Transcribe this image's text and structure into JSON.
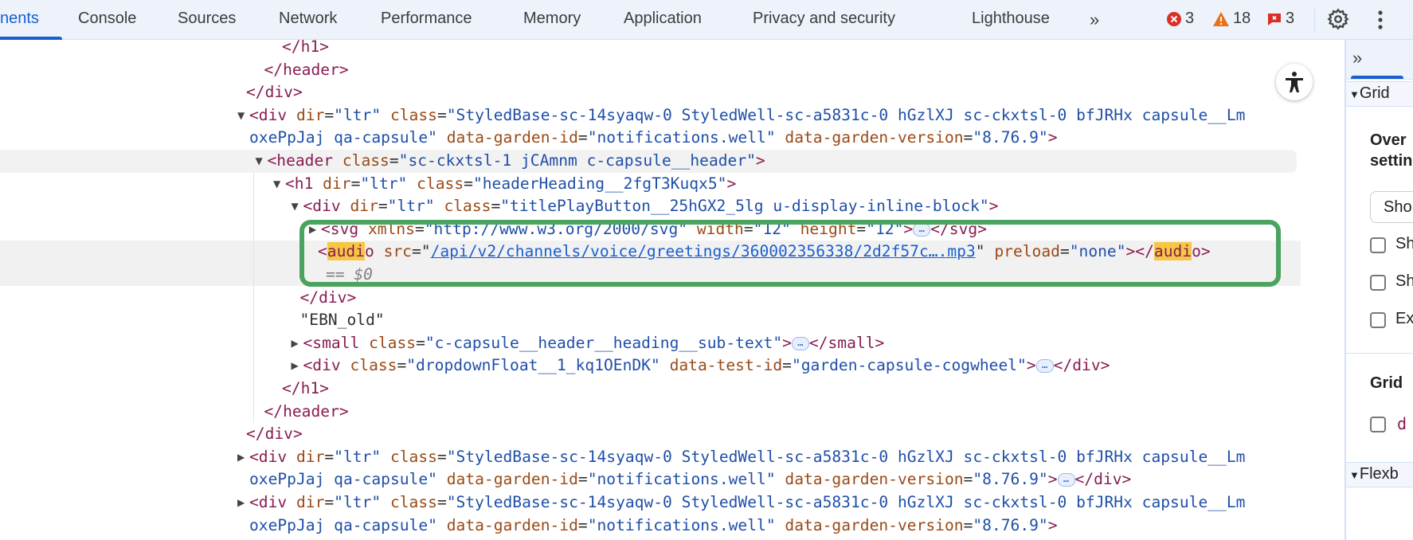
{
  "tabs": [
    {
      "label": "nents",
      "active": true
    },
    {
      "label": "Console"
    },
    {
      "label": "Sources"
    },
    {
      "label": "Network"
    },
    {
      "label": "Performance"
    },
    {
      "label": "Memory"
    },
    {
      "label": "Application"
    },
    {
      "label": "Privacy and security"
    },
    {
      "label": "Lighthouse"
    }
  ],
  "toolbar": {
    "more_tabs": "»",
    "errors": "3",
    "warnings": "18",
    "issues": "3"
  },
  "colors": {
    "error": "#d93025",
    "warning": "#e8711a",
    "issue": "#d93025",
    "accent": "#1a5fd0",
    "highlight_box": "#4aa35f"
  },
  "dom_rows": [
    {
      "level": 2,
      "tokens": [
        [
          "tag",
          "</h1>"
        ]
      ]
    },
    {
      "level": 1,
      "tokens": [
        [
          "tag",
          "</header>"
        ]
      ]
    },
    {
      "level": 0,
      "tokens": [
        [
          "tag",
          "</div>"
        ]
      ]
    },
    {
      "level": 0,
      "arrow": "down",
      "tokens": [
        [
          "tag",
          "<div"
        ],
        [
          "attr",
          " dir"
        ],
        [
          "text",
          "="
        ],
        [
          "val",
          "\"ltr\""
        ],
        [
          "attr",
          " class"
        ],
        [
          "text",
          "="
        ],
        [
          "val",
          "\"StyledBase-sc-14syaqw-0 StyledWell-sc-a5831c-0 hGzlXJ sc-ckxtsl-0 bfJRHx capsule__Lm"
        ]
      ]
    },
    {
      "level": 0,
      "cont": true,
      "tokens": [
        [
          "val",
          "oxePpJaj qa-capsule\""
        ],
        [
          "attr",
          " data-garden-id"
        ],
        [
          "text",
          "="
        ],
        [
          "val",
          "\"notifications.well\""
        ],
        [
          "attr",
          " data-garden-version"
        ],
        [
          "text",
          "="
        ],
        [
          "val",
          "\"8.76.9\""
        ],
        [
          "tag",
          ">"
        ]
      ]
    },
    {
      "level": 1,
      "arrow": "down",
      "tokens": [
        [
          "tag",
          "<header"
        ],
        [
          "attr",
          " class"
        ],
        [
          "text",
          "="
        ],
        [
          "val",
          "\"sc-ckxtsl-1 jCAmnm c-capsule__header\""
        ],
        [
          "tag",
          ">"
        ]
      ]
    },
    {
      "level": 2,
      "arrow": "down",
      "tokens": [
        [
          "tag",
          "<h1"
        ],
        [
          "attr",
          " dir"
        ],
        [
          "text",
          "="
        ],
        [
          "val",
          "\"ltr\""
        ],
        [
          "attr",
          " class"
        ],
        [
          "text",
          "="
        ],
        [
          "val",
          "\"headerHeading__2fgT3Kuqx5\""
        ],
        [
          "tag",
          ">"
        ]
      ]
    },
    {
      "level": 3,
      "arrow": "down",
      "tokens": [
        [
          "tag",
          "<div"
        ],
        [
          "attr",
          " dir"
        ],
        [
          "text",
          "="
        ],
        [
          "val",
          "\"ltr\""
        ],
        [
          "attr",
          " class"
        ],
        [
          "text",
          "="
        ],
        [
          "val",
          "\"titlePlayButton__25hGX2_5lg u-display-inline-block\""
        ],
        [
          "tag",
          ">"
        ]
      ]
    },
    {
      "level": 4,
      "arrow": "right",
      "tokens": [
        [
          "tag",
          "<svg"
        ],
        [
          "attr",
          " xmlns"
        ],
        [
          "text",
          "="
        ],
        [
          "val",
          "\"http://www.w3.org/2000/svg\""
        ],
        [
          "attr",
          " width"
        ],
        [
          "text",
          "="
        ],
        [
          "val",
          "\"12\""
        ],
        [
          "attr",
          " height"
        ],
        [
          "text",
          "="
        ],
        [
          "val",
          "\"12\""
        ],
        [
          "tag",
          ">"
        ],
        [
          "ell",
          "…"
        ],
        [
          "tag",
          "</svg>"
        ]
      ]
    },
    {
      "level": 4,
      "tokens": [
        [
          "tag",
          "<"
        ],
        [
          "hl",
          "audi"
        ],
        [
          "tag",
          "o"
        ],
        [
          "attr",
          " src"
        ],
        [
          "text",
          "=\""
        ],
        [
          "link",
          "/api/v2/channels/voice/greetings/360002356338/2d2f57c….mp3"
        ],
        [
          "text",
          "\""
        ],
        [
          "attr",
          " preload"
        ],
        [
          "text",
          "="
        ],
        [
          "val",
          "\"none\""
        ],
        [
          "tag",
          "></"
        ],
        [
          "hl",
          "audi"
        ],
        [
          "tag",
          "o>"
        ]
      ]
    },
    {
      "level": 4,
      "cont": true,
      "extra": 10,
      "tokens": [
        [
          "dim",
          "== $0"
        ]
      ]
    },
    {
      "level": 3,
      "tokens": [
        [
          "tag",
          "</div>"
        ]
      ]
    },
    {
      "level": 3,
      "tokens": [
        [
          "text",
          "\"EBN_old\""
        ]
      ]
    },
    {
      "level": 3,
      "arrow": "right",
      "tokens": [
        [
          "tag",
          "<small"
        ],
        [
          "attr",
          " class"
        ],
        [
          "text",
          "="
        ],
        [
          "val",
          "\"c-capsule__header__heading__sub-text\""
        ],
        [
          "tag",
          ">"
        ],
        [
          "ell",
          "…"
        ],
        [
          "tag",
          "</small>"
        ]
      ]
    },
    {
      "level": 3,
      "arrow": "right",
      "tokens": [
        [
          "tag",
          "<div"
        ],
        [
          "attr",
          " class"
        ],
        [
          "text",
          "="
        ],
        [
          "val",
          "\"dropdownFloat__1_kq1OEnDK\""
        ],
        [
          "attr",
          " data-test-id"
        ],
        [
          "text",
          "="
        ],
        [
          "val",
          "\"garden-capsule-cogwheel\""
        ],
        [
          "tag",
          ">"
        ],
        [
          "ell",
          "…"
        ],
        [
          "tag",
          "</div>"
        ]
      ]
    },
    {
      "level": 2,
      "tokens": [
        [
          "tag",
          "</h1>"
        ]
      ]
    },
    {
      "level": 1,
      "tokens": [
        [
          "tag",
          "</header>"
        ]
      ]
    },
    {
      "level": 0,
      "tokens": [
        [
          "tag",
          "</div>"
        ]
      ]
    },
    {
      "level": 0,
      "arrow": "right",
      "tokens": [
        [
          "tag",
          "<div"
        ],
        [
          "attr",
          " dir"
        ],
        [
          "text",
          "="
        ],
        [
          "val",
          "\"ltr\""
        ],
        [
          "attr",
          " class"
        ],
        [
          "text",
          "="
        ],
        [
          "val",
          "\"StyledBase-sc-14syaqw-0 StyledWell-sc-a5831c-0 hGzlXJ sc-ckxtsl-0 bfJRHx capsule__Lm"
        ]
      ]
    },
    {
      "level": 0,
      "cont": true,
      "tokens": [
        [
          "val",
          "oxePpJaj qa-capsule\""
        ],
        [
          "attr",
          " data-garden-id"
        ],
        [
          "text",
          "="
        ],
        [
          "val",
          "\"notifications.well\""
        ],
        [
          "attr",
          " data-garden-version"
        ],
        [
          "text",
          "="
        ],
        [
          "val",
          "\"8.76.9\""
        ],
        [
          "tag",
          ">"
        ],
        [
          "ell",
          "…"
        ],
        [
          "tag",
          "</div>"
        ]
      ]
    },
    {
      "level": 0,
      "arrow": "right",
      "tokens": [
        [
          "tag",
          "<div"
        ],
        [
          "attr",
          " dir"
        ],
        [
          "text",
          "="
        ],
        [
          "val",
          "\"ltr\""
        ],
        [
          "attr",
          " class"
        ],
        [
          "text",
          "="
        ],
        [
          "val",
          "\"StyledBase-sc-14syaqw-0 StyledWell-sc-a5831c-0 hGzlXJ sc-ckxtsl-0 bfJRHx capsule__Lm"
        ]
      ]
    },
    {
      "level": 0,
      "cont": true,
      "tokens": [
        [
          "val",
          "oxePpJaj qa-capsule\""
        ],
        [
          "attr",
          " data-garden-id"
        ],
        [
          "text",
          "="
        ],
        [
          "val",
          "\"notifications.well\""
        ],
        [
          "attr",
          " data-garden-version"
        ],
        [
          "text",
          "="
        ],
        [
          "val",
          "\"8.76.9\""
        ],
        [
          "tag",
          ">"
        ]
      ]
    }
  ],
  "sidebar": {
    "expand": "»",
    "grid_section": "Grid",
    "overlay_line1": "Over",
    "overlay_line2": "settin",
    "select_value": "Sho",
    "checkboxes": [
      "Sh",
      "Sh",
      "Ex"
    ],
    "grid_overlays_title": "Grid",
    "grid_item": "d",
    "flexbox_section": "Flexb"
  }
}
